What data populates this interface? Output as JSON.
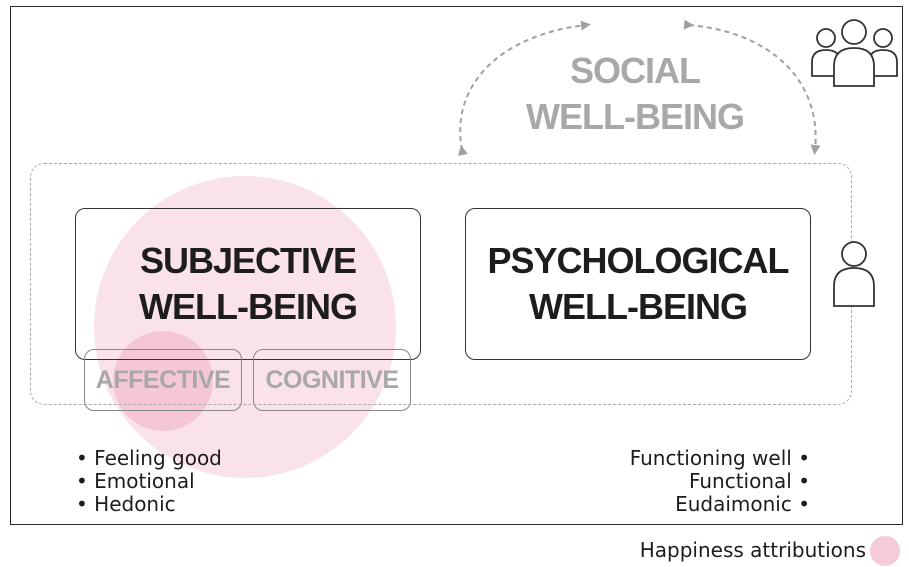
{
  "social": {
    "line1": "SOCIAL",
    "line2": "WELL-BEING"
  },
  "subjective": {
    "line1": "SUBJECTIVE",
    "line2": "WELL-BEING",
    "components": [
      "AFFECTIVE",
      "COGNITIVE"
    ],
    "bullets": [
      "• Feeling good",
      "• Emotional",
      "• Hedonic"
    ]
  },
  "psychological": {
    "line1": "PSYCHOLOGICAL",
    "line2": "WELL-BEING",
    "bullets": [
      "Functioning well •",
      "Functional •",
      "Eudaimonic •"
    ]
  },
  "legend": {
    "label": "Happiness attributions",
    "color": "#f4bed0"
  },
  "icons": {
    "group": "people-group-icon",
    "individual": "person-icon"
  }
}
